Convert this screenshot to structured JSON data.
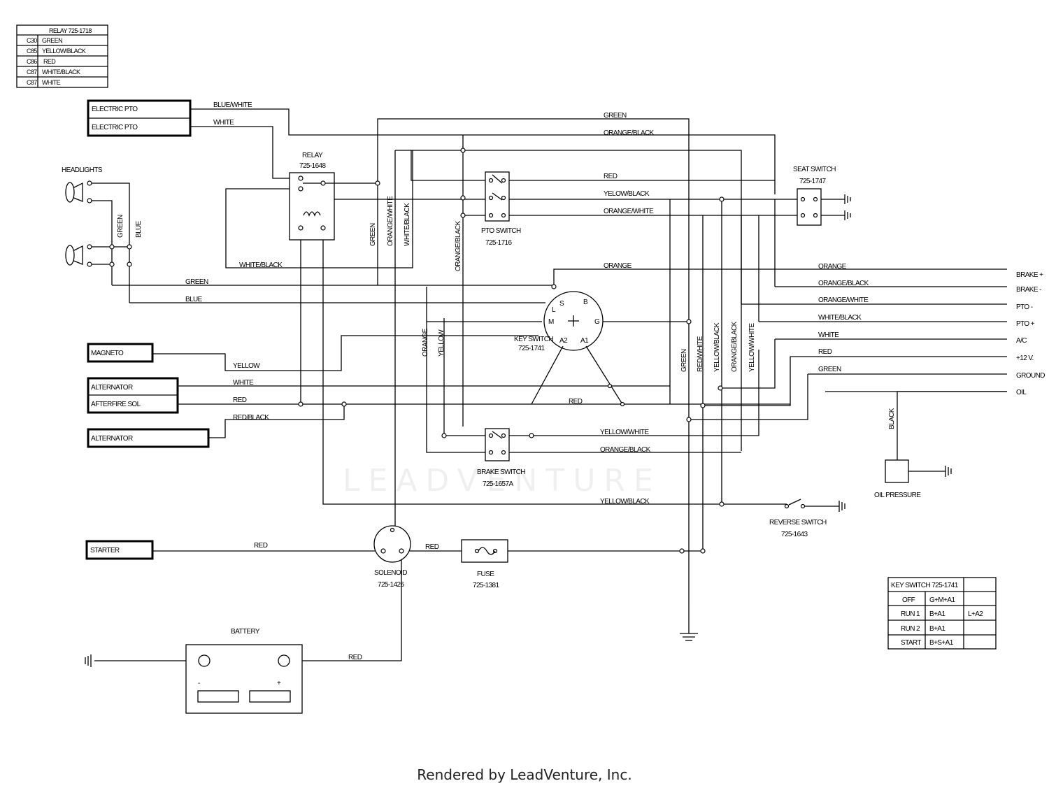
{
  "relay_legend": {
    "title": "RELAY 725-1718",
    "rows": [
      {
        "pin": "C30",
        "color": "GREEN"
      },
      {
        "pin": "C85",
        "color": "YELLOW/BLACK"
      },
      {
        "pin": "C86",
        "color": "RED"
      },
      {
        "pin": "C87",
        "color": "WHITE/BLACK"
      },
      {
        "pin": "C87",
        "color": "WHITE"
      }
    ]
  },
  "components": {
    "electric_pto_1": "ELECTRIC PTO",
    "electric_pto_2": "ELECTRIC PTO",
    "headlights": "HEADLIGHTS",
    "relay_title": "RELAY",
    "relay_part": "725-1648",
    "pto_switch_title": "PTO SWITCH",
    "pto_switch_part": "725-1716",
    "seat_switch_title": "SEAT SWITCH",
    "seat_switch_part": "725-1747",
    "magneto": "MAGNETO",
    "alternator_1": "ALTERNATOR",
    "afterfire": "AFTERFIRE SOL",
    "alternator_2": "ALTERNATOR",
    "key_switch_title": "KEY SWITCH",
    "key_switch_part": "725-1741",
    "brake_switch_title": "BRAKE SWITCH",
    "brake_switch_part": "725-1657A",
    "starter": "STARTER",
    "solenoid_title": "SOLENOID",
    "solenoid_part": "725-1426",
    "fuse_title": "FUSE",
    "fuse_part": "725-1381",
    "battery": "BATTERY",
    "battery_neg": "-",
    "battery_pos": "+",
    "oil_pressure": "OIL PRESSURE",
    "reverse_switch_title": "REVERSE SWITCH",
    "reverse_switch_part": "725-1643"
  },
  "key_terminals": {
    "s": "S",
    "b": "B",
    "l": "L",
    "m": "M",
    "g": "G",
    "a2": "A2",
    "a1": "A1"
  },
  "wires": {
    "blue_white": "BLUE/WHITE",
    "white_pto": "WHITE",
    "green_top": "GREEN",
    "orange_black_top": "ORANGE/BLACK",
    "red_pto": "RED",
    "yellow_black_pto": "YELOW/BLACK",
    "orange_white_pto": "ORANGE/WHITE",
    "white_black_relay": "WHITE/BLACK",
    "green_head": "GREEN",
    "blue_head": "BLUE",
    "orange_key": "ORANGE",
    "yellow_mag": "YELLOW",
    "white_alt": "WHITE",
    "red_after": "RED",
    "red_black_alt": "RED/BLACK",
    "red_key": "RED",
    "yellow_white_brake": "YELLOW/WHITE",
    "orange_black_brake": "ORANGE/BLACK",
    "yellow_black_rev": "YELLOW/BLACK",
    "red_starter": "RED",
    "red_sol": "RED",
    "red_batt": "RED",
    "black_oil": "BLACK",
    "v_green_head": "GREEN",
    "v_blue_head": "BLUE",
    "v_green_relay": "GREEN",
    "v_orange_white": "ORANGE/WHITE",
    "v_white_black": "WHITE/BLACK",
    "v_orange_black": "ORANGE/BLACK",
    "v_orange": "ORANGE",
    "v_yellow": "YELLOW",
    "v_green_r": "GREEN",
    "v_red_white": "RED/WHITE",
    "v_yellow_black": "YELLOW/BLACK",
    "v_orange_black_r": "ORANGE/BLACK",
    "v_yellow_white": "YELLOW/WHITE"
  },
  "harness": [
    {
      "wire": "ORANGE",
      "term": "BRAKE +"
    },
    {
      "wire": "ORANGE/BLACK",
      "term": "BRAKE -"
    },
    {
      "wire": "ORANGE/WHITE",
      "term": "PTO -"
    },
    {
      "wire": "WHITE/BLACK",
      "term": "PTO +"
    },
    {
      "wire": "WHITE",
      "term": "A/C"
    },
    {
      "wire": "RED",
      "term": "+12 V."
    },
    {
      "wire": "GREEN",
      "term": "GROUND"
    },
    {
      "wire": "",
      "term": "OIL"
    }
  ],
  "key_table": {
    "title": "KEY SWITCH 725-1741",
    "rows": [
      {
        "pos": "OFF",
        "c1": "G+M+A1",
        "c2": ""
      },
      {
        "pos": "RUN 1",
        "c1": "B+A1",
        "c2": "L+A2"
      },
      {
        "pos": "RUN 2",
        "c1": "B+A1",
        "c2": ""
      },
      {
        "pos": "START",
        "c1": "B+S+A1",
        "c2": ""
      }
    ]
  },
  "watermark": "LEADVENTURE",
  "footer": "Rendered by LeadVenture, Inc."
}
